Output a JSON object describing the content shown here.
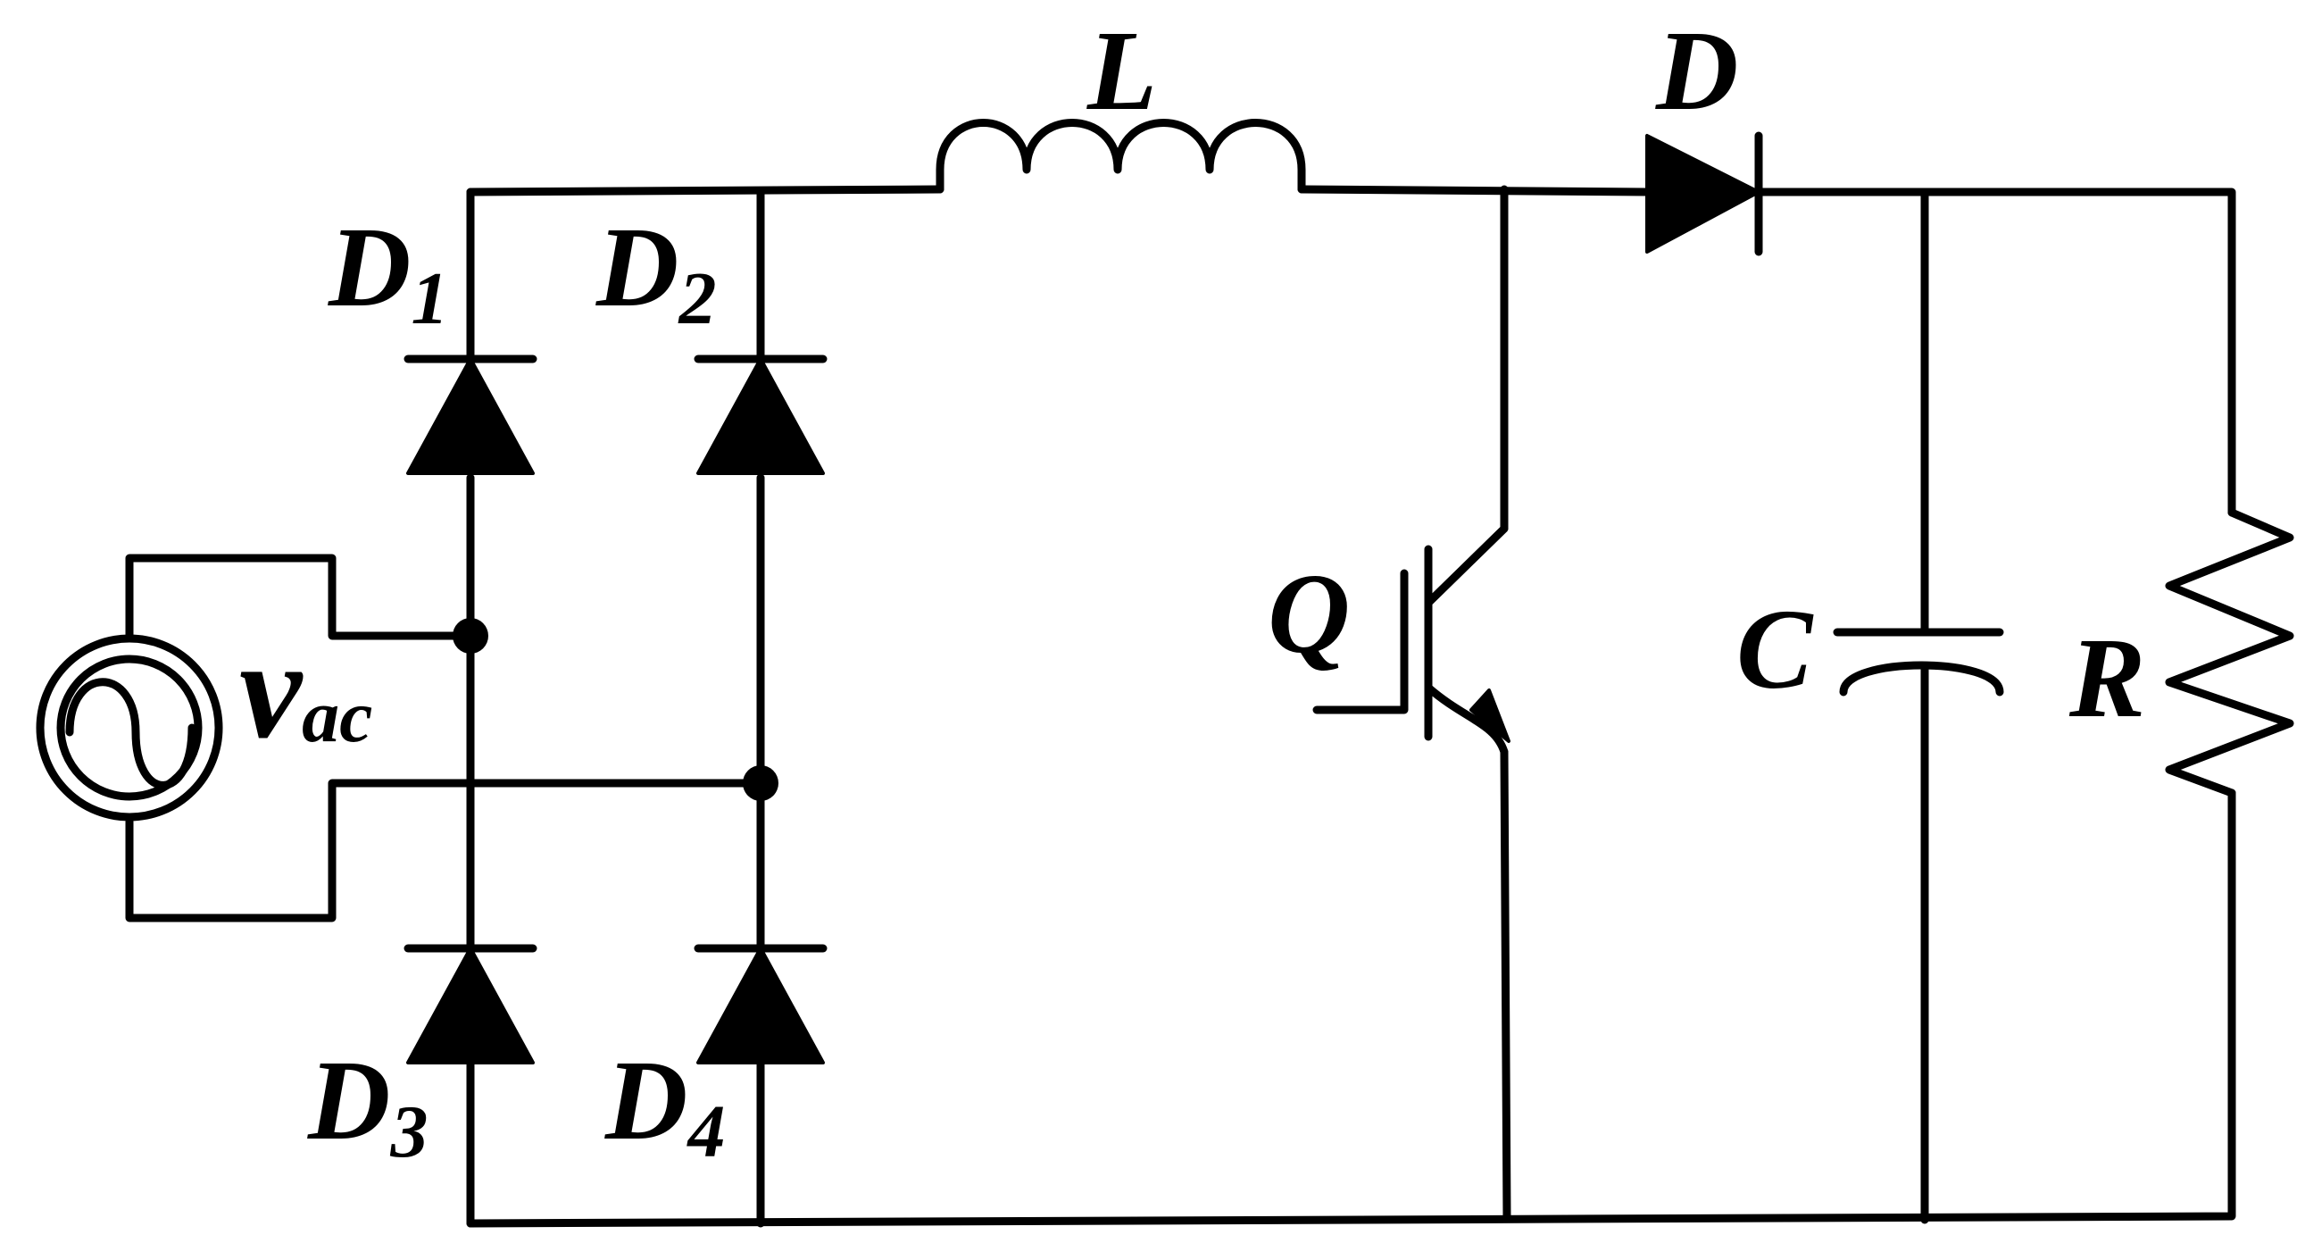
{
  "labels": {
    "d1": {
      "letter": "D",
      "sub": "1"
    },
    "d2": {
      "letter": "D",
      "sub": "2"
    },
    "d3": {
      "letter": "D",
      "sub": "3"
    },
    "d4": {
      "letter": "D",
      "sub": "4"
    },
    "inductor": "L",
    "diode": "D",
    "switch": "Q",
    "capacitor": "C",
    "resistor": "R",
    "source": {
      "letter": "v",
      "sub": "ac"
    }
  }
}
